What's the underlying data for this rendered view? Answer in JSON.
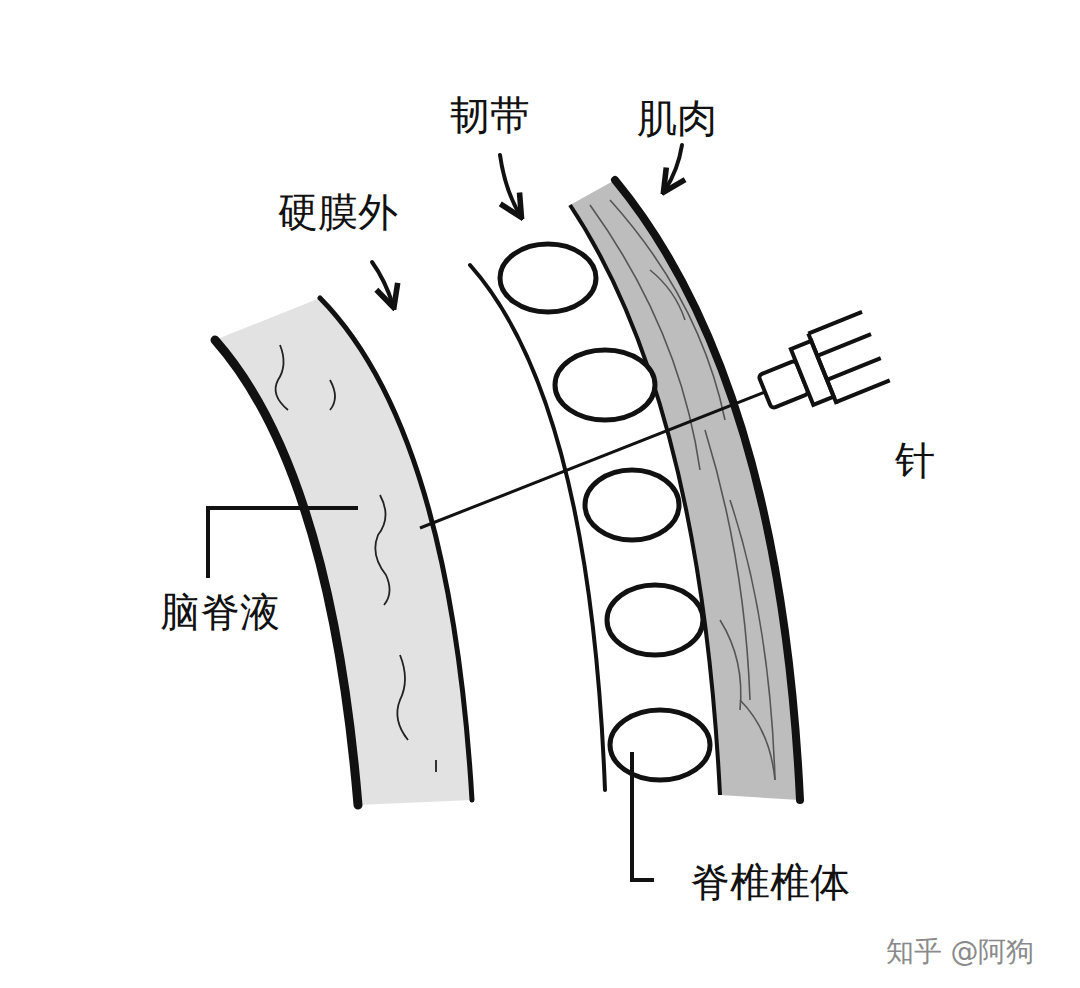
{
  "diagram": {
    "labels": [
      "韧带",
      "肌肉",
      "硬膜外",
      "针",
      "脑脊液",
      "脊椎椎体",
      "知乎 @阿狗"
    ]
  }
}
